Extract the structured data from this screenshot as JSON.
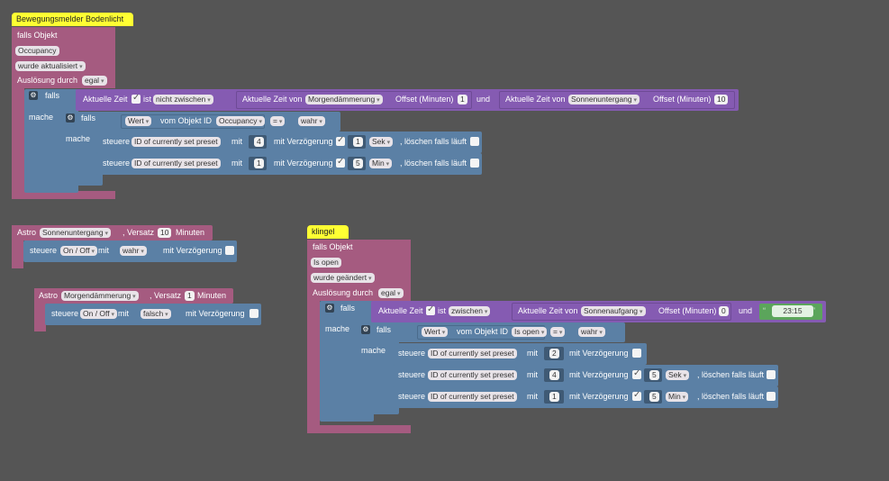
{
  "script1": {
    "comment": "Bewegungsmelder Bodenlicht",
    "falls_objekt": "falls Objekt",
    "object_name": "Occupancy",
    "trigger_mode": "wurde aktualisiert",
    "ausloesung": "Auslösung durch",
    "ausloesung_value": "egal",
    "if_label": "falls",
    "mache_label": "mache",
    "time_cond": {
      "aktuelle_zeit": "Aktuelle Zeit",
      "ist": "ist",
      "operator": "nicht zwischen",
      "from_label": "Aktuelle Zeit von",
      "from_value": "Morgendämmerung",
      "offset_label": "Offset (Minuten)",
      "from_offset": "1",
      "und": "und",
      "to_label": "Aktuelle Zeit von",
      "to_value": "Sonnenuntergang",
      "to_offset": "10"
    },
    "inner_if": {
      "falls": "falls",
      "wert": "Wert",
      "vom_objekt": "vom Objekt ID",
      "object": "Occupancy",
      "eq": "=",
      "value": "wahr",
      "mache": "mache"
    },
    "steuere1": {
      "steuere": "steuere",
      "target": "ID of currently set preset",
      "mit": "mit",
      "value": "4",
      "delay_label": "mit Verzögerung",
      "delay": "1",
      "unit": "Sek",
      "clear_label": ", löschen falls läuft"
    },
    "steuere2": {
      "steuere": "steuere",
      "target": "ID of currently set preset",
      "mit": "mit",
      "value": "1",
      "delay_label": "mit Verzögerung",
      "delay": "5",
      "unit": "Min",
      "clear_label": ", löschen falls läuft"
    }
  },
  "astro1": {
    "astro": "Astro",
    "event": "Sonnenuntergang",
    "versatz": ", Versatz",
    "offset": "10",
    "minuten": "Minuten",
    "steuere": "steuere",
    "target": "On / Off",
    "mit": "mit",
    "value": "wahr",
    "delay_label": "mit Verzögerung"
  },
  "astro2": {
    "astro": "Astro",
    "event": "Morgendämmerung",
    "versatz": ", Versatz",
    "offset": "1",
    "minuten": "Minuten",
    "steuere": "steuere",
    "target": "On / Off",
    "mit": "mit",
    "value": "falsch",
    "delay_label": "mit Verzögerung"
  },
  "script2": {
    "comment": "klingel",
    "falls_objekt": "falls Objekt",
    "object_name": "Is open",
    "trigger_mode": "wurde geändert",
    "ausloesung": "Auslösung durch",
    "ausloesung_value": "egal",
    "if_label": "falls",
    "mache_label": "mache",
    "time_cond": {
      "aktuelle_zeit": "Aktuelle Zeit",
      "ist": "ist",
      "operator": "zwischen",
      "from_label": "Aktuelle Zeit von",
      "from_value": "Sonnenaufgang",
      "offset_label": "Offset (Minuten)",
      "from_offset": "0",
      "und": "und",
      "to_time": "23:15"
    },
    "inner_if": {
      "falls": "falls",
      "wert": "Wert",
      "vom_objekt": "vom Objekt ID",
      "object": "Is open",
      "eq": "=",
      "value": "wahr",
      "mache": "mache"
    },
    "steuere1": {
      "steuere": "steuere",
      "target": "ID of currently set preset",
      "mit": "mit",
      "value": "2",
      "delay_label": "mit Verzögerung"
    },
    "steuere2": {
      "steuere": "steuere",
      "target": "ID of currently set preset",
      "mit": "mit",
      "value": "4",
      "delay_label": "mit Verzögerung",
      "delay": "5",
      "unit": "Sek",
      "clear_label": ", löschen falls läuft"
    },
    "steuere3": {
      "steuere": "steuere",
      "target": "ID of currently set preset",
      "mit": "mit",
      "value": "1",
      "delay_label": "mit Verzögerung",
      "delay": "5",
      "unit": "Min",
      "clear_label": ", löschen falls läuft"
    }
  },
  "colors": {
    "background": "#555555",
    "event_block": "#a55b80",
    "logic_block": "#5b80a5",
    "time_block": "#855bb2",
    "comment": "#ffff33"
  }
}
